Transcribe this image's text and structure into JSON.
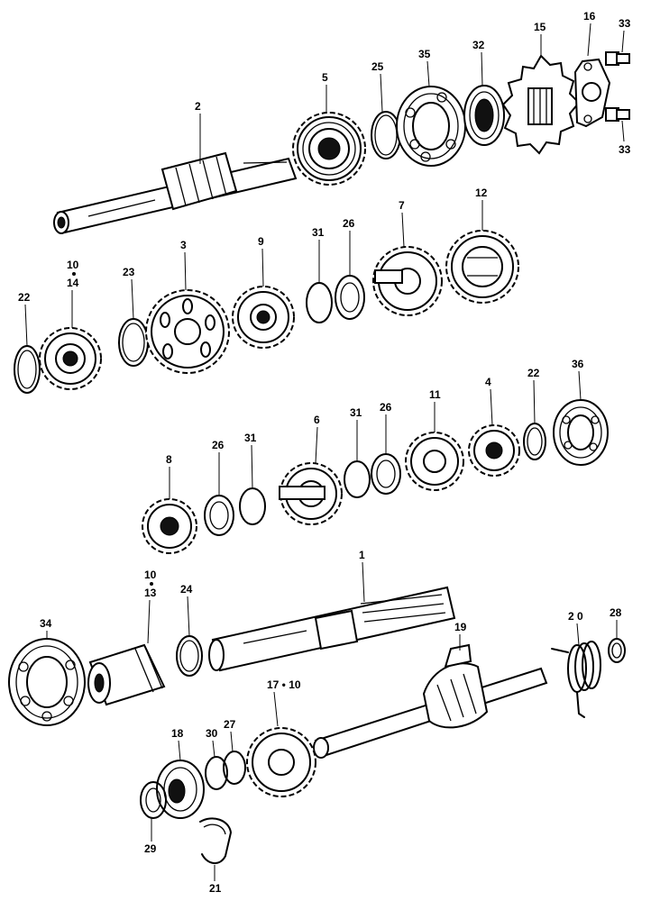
{
  "diagram": {
    "labels": {
      "p1": "1",
      "p2": "2",
      "p3": "3",
      "p4": "4",
      "p5": "5",
      "p6": "6",
      "p7": "7",
      "p8": "8",
      "p9": "9",
      "p10a": "10",
      "p10b": "10",
      "p11": "11",
      "p12": "12",
      "p13": "13",
      "p14": "14",
      "p15": "15",
      "p16": "16",
      "p17_10": "17 • 10",
      "p18": "18",
      "p19": "19",
      "p20": "2 0",
      "p21": "21",
      "p22a": "22",
      "p22b": "22",
      "p23": "23",
      "p24": "24",
      "p25": "25",
      "p26a": "26",
      "p26b": "26",
      "p26c": "26",
      "p27": "27",
      "p28": "28",
      "p29": "29",
      "p30": "30",
      "p31a": "31",
      "p31b": "31",
      "p31c": "31",
      "p32": "32",
      "p33a": "33",
      "p33b": "33",
      "p34": "34",
      "p35": "35",
      "p36": "36"
    }
  }
}
